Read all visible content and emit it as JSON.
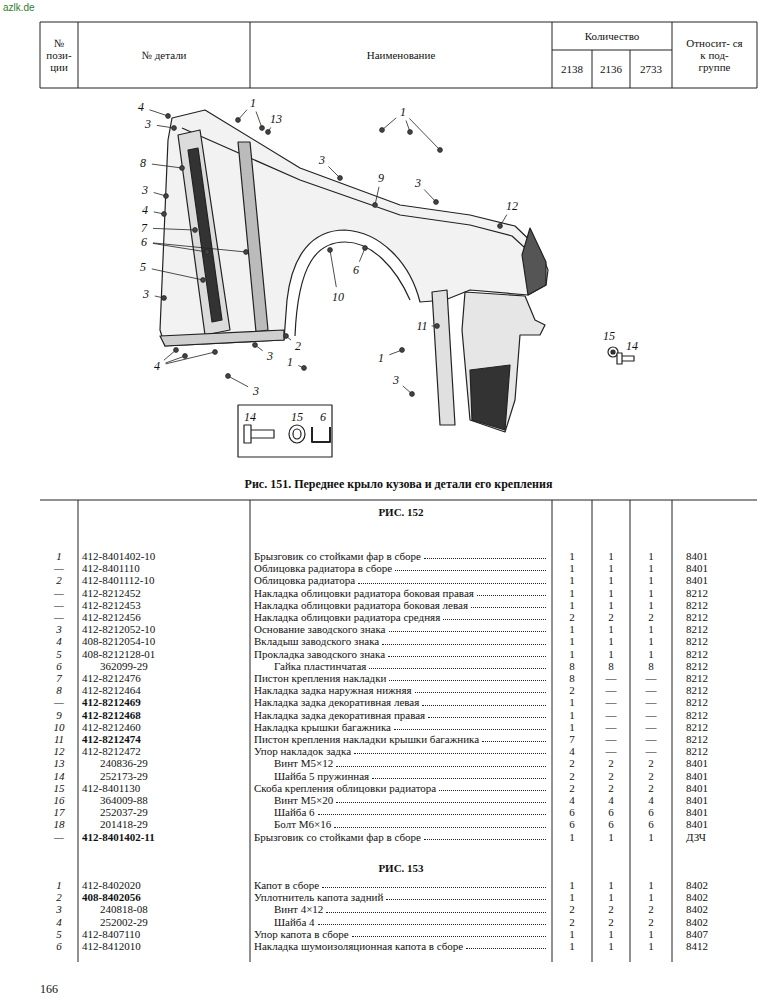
{
  "diagram": {
    "caption": "Рис. 151. Переднее крыло кузова и детали его крепления",
    "labels": [
      "azlk.de",
      "№ пози- ции",
      "№ детали",
      "Наименование",
      "Количество",
      "2138",
      "2136",
      "2733",
      "Относит- ся к под- группе",
      "4",
      "3",
      "1",
      "13",
      "1",
      "3",
      "3",
      "9",
      "12",
      "8",
      "3",
      "4",
      "7",
      "6",
      "5",
      "3",
      "6",
      "10",
      "11",
      "3",
      "2",
      "1",
      "4",
      "3",
      "1",
      "3",
      "15",
      "14",
      "14",
      "15",
      "6",
      "РИС. 152",
      "1",
      "412-8401402-10",
      "Брызговик со стойками фар в сборе",
      "1",
      "1",
      "1",
      "8401",
      "—",
      "412-8401110",
      "Облицовка радиатора в сборе",
      "1",
      "1",
      "1",
      "8401",
      "2",
      "412-8401112-10",
      "Облицовка радиатора",
      "1",
      "1",
      "1",
      "8401",
      "—",
      "412-8212452",
      "Накладка облицовки радиатора боковая правая",
      "1",
      "1",
      "1",
      "8212",
      "—",
      "412-8212453",
      "Накладка облицовки радиатора боковая левая",
      "1",
      "1",
      "1",
      "8212",
      "—",
      "412-8212456",
      "Накладка облицовки радиатора средняя",
      "2",
      "2",
      "2",
      "8212",
      "3",
      "412-8212052-10",
      "Основание заводского знака",
      "1",
      "1",
      "1",
      "8212",
      "4",
      "408-8212054-10",
      "Вкладыш заводского знака",
      "1",
      "1",
      "1",
      "8212",
      "5",
      "408-8212128-01",
      "Прокладка заводского знака",
      "1",
      "1",
      "1",
      "8212",
      "6",
      "362099-29",
      "Гайка пластинчатая",
      "8",
      "8",
      "8",
      "8212",
      "7",
      "412-8212476",
      "Пистон крепления накладки",
      "8",
      "—",
      "—",
      "8212",
      "8",
      "412-8212464",
      "Накладка задка наружная нижняя",
      "2",
      "—",
      "—",
      "8212",
      "—",
      "412-8212469",
      "Накладка задка декоративная левая",
      "1",
      "—",
      "—",
      "8212",
      "9",
      "412-8212468",
      "Накладка задка декоративная правая",
      "1",
      "—",
      "—",
      "8212",
      "10",
      "412-8212460",
      "Накладка крышки багажника",
      "1",
      "—",
      "—",
      "8212",
      "11",
      "412-8212474",
      "Пистон крепления накладки крышки багажника",
      "7",
      "—",
      "—",
      "8212",
      "12",
      "412-8212472",
      "Упор накладок задка",
      "4",
      "—",
      "—",
      "8212",
      "13",
      "240836-29",
      "Винт М5×12",
      "2",
      "2",
      "2",
      "8401",
      "14",
      "252173-29",
      "Шайба 5 пружинная",
      "2",
      "2",
      "2",
      "8401",
      "15",
      "412-8401130",
      "Скоба крепления облицовки радиатора",
      "2",
      "2",
      "2",
      "8401",
      "16",
      "364009-88",
      "Винт М5×20",
      "4",
      "4",
      "4",
      "8401",
      "17",
      "252037-29",
      "Шайба 6",
      "6",
      "6",
      "6",
      "8401",
      "18",
      "201418-29",
      "Болт М6×16",
      "6",
      "6",
      "6",
      "8401",
      "—",
      "412-8401402-11",
      "Брызговик со стойками фар в сборе",
      "1",
      "1",
      "1",
      "ДЗЧ",
      "РИС. 153",
      "1",
      "412-8402020",
      "Капот в сборе",
      "1",
      "1",
      "1",
      "8402",
      "2",
      "408-8402056",
      "Уплотнитель капота задний",
      "1",
      "1",
      "1",
      "8402",
      "3",
      "240818-08",
      "Винт 4×12",
      "2",
      "2",
      "2",
      "8402",
      "4",
      "252002-29",
      "Шайба 4",
      "2",
      "2",
      "2",
      "8402",
      "5",
      "412-8407110",
      "Упор капота в сборе",
      "1",
      "1",
      "1",
      "8407",
      "6",
      "412-8412010",
      "Накладка шумоизоляционная капота в сборе",
      "1",
      "1",
      "1",
      "8412",
      "166"
    ]
  }
}
